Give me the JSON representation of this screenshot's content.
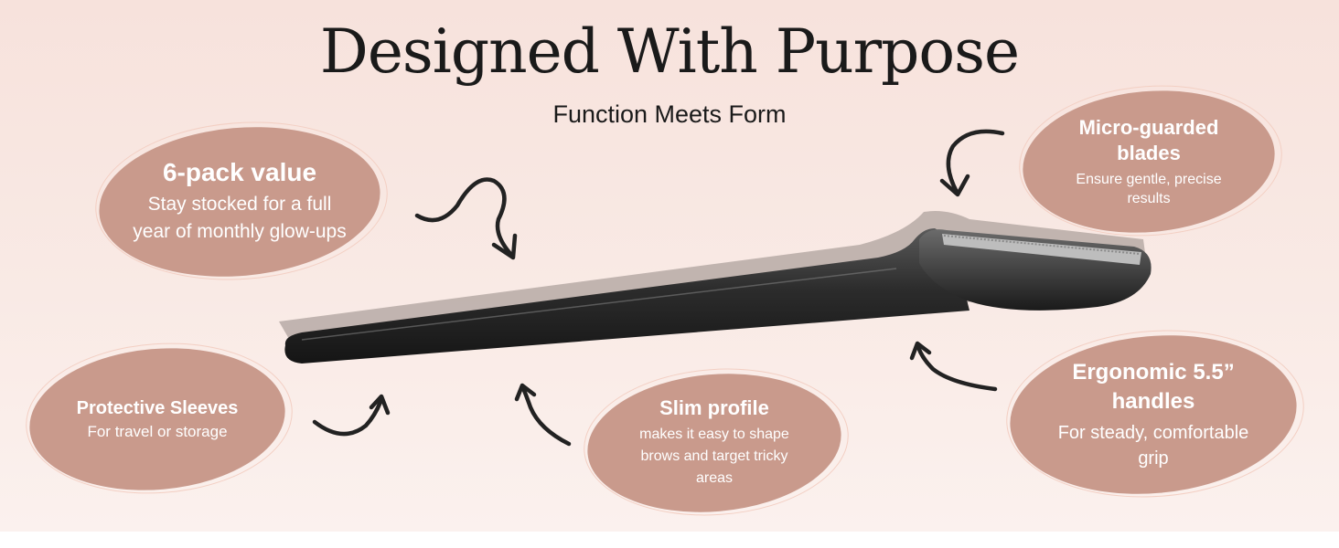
{
  "header": {
    "title": "Designed With Purpose",
    "subtitle": "Function Meets Form"
  },
  "callouts": {
    "six_pack": {
      "heading": "6-pack value",
      "body": "Stay stocked for a full year of monthly glow-ups"
    },
    "micro_guarded": {
      "heading": "Micro-guarded blades",
      "body": "Ensure gentle, precise results"
    },
    "protective": {
      "heading": "Protective Sleeves",
      "body": "For travel or storage"
    },
    "slim": {
      "heading": "Slim profile",
      "body": "makes it easy to shape brows and target tricky areas"
    },
    "ergonomic": {
      "heading": "Ergonomic 5.5” handles",
      "body": "For steady, comfortable grip"
    }
  },
  "colors": {
    "bubble": "#c99a8c",
    "background_top": "#f7e2dc",
    "razor": "#2b2b2b"
  }
}
